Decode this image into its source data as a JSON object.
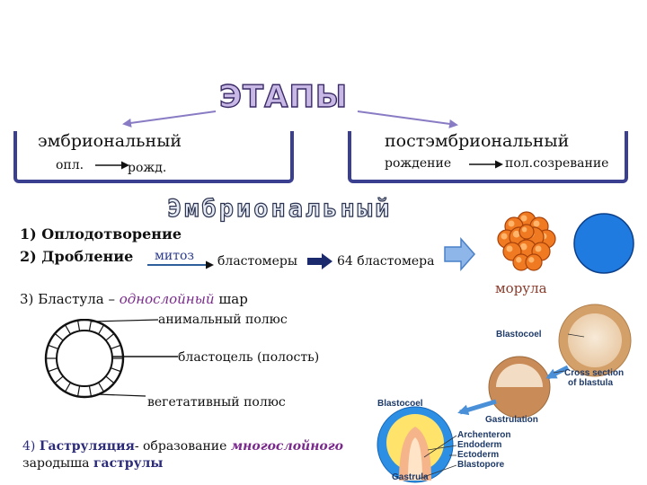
{
  "title": "ЭТАПЫ",
  "stages": {
    "left": {
      "title": "эмбриональный",
      "from": "опл.",
      "to": "рожд."
    },
    "right": {
      "title": "постэмбриональный",
      "from": "рождение",
      "to": "пол.созревание"
    }
  },
  "section_heading": "Эмбриональный",
  "items": {
    "item1": {
      "num": "1)",
      "text": "Оплодотворение"
    },
    "item2": {
      "num": "2)",
      "text": "Дробление",
      "arrow_label": "митоз",
      "step1": "бластомеры",
      "step2": "64 бластомера"
    },
    "item3": {
      "num": "3)",
      "text_a": "Бластула – ",
      "text_b": "однослойный",
      "text_c": " шар"
    },
    "item4": {
      "text_a": "4) ",
      "text_b": "Гаструляция",
      "text_c": "- образование ",
      "text_d": "многослойного",
      "line2_a": "зародыша ",
      "line2_b": "гаструлы"
    }
  },
  "blastula_labels": {
    "animal_pole": "анимальный полюс",
    "blastocoel": "бластоцель (полость)",
    "vegetal_pole": "вегетативный полюс"
  },
  "morula_label": "морула",
  "figure_labels": {
    "blastocoel_top": "Blastocoel",
    "cross_section_1": "Cross section",
    "cross_section_2": "of blastula",
    "gastrulation": "Gastrulation",
    "blastocoel_bottom": "Blastocoel",
    "archenteron": "Archenteron",
    "endoderm": "Endoderm",
    "ectoderm": "Ectoderm",
    "blastopore": "Blastopore",
    "gastrula": "Gastrula"
  },
  "colors": {
    "bracket": "#3b3f8f",
    "arrow_purple": "#8a7cc4",
    "morula": "#e8661c",
    "circle_blue": "#1f7be0",
    "arrow_blue": "#4a90d9",
    "emphasis": "#7a2a8c"
  }
}
